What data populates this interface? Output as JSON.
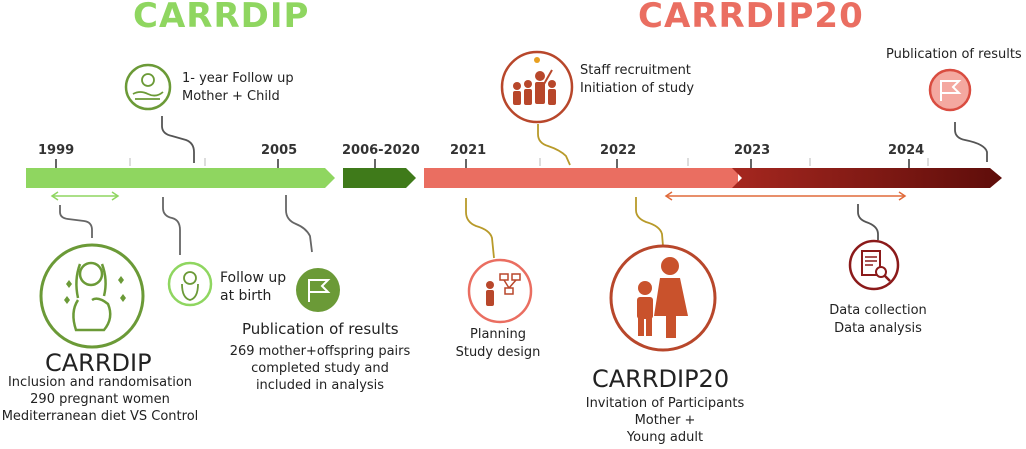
{
  "titles": {
    "left": "CARRDIP",
    "right": "CARRDIP20"
  },
  "years": {
    "y1999": "1999",
    "y2005": "2005",
    "y2006": "2006-2020",
    "y2021": "2021",
    "y2022": "2022",
    "y2023": "2023",
    "y2024": "2024"
  },
  "events": {
    "followup_year": {
      "line1": "1- year Follow up",
      "line2": "Mother + Child"
    },
    "followup_birth": {
      "line1": "Follow up",
      "line2": "at birth"
    },
    "carrdip": {
      "heading": "CARRDIP",
      "line1": "Inclusion and randomisation",
      "line2": "290 pregnant women",
      "line3": "Mediterranean diet VS Control"
    },
    "publication_2005": {
      "heading": "Publication of results",
      "line1": "269 mother+offspring pairs",
      "line2": "completed study and",
      "line3": "included in analysis"
    },
    "staff": {
      "line1": "Staff recruitment",
      "line2": "Initiation of study"
    },
    "planning": {
      "line1": "Planning",
      "line2": "Study design"
    },
    "carrdip20": {
      "heading": "CARRDIP20",
      "line1": "Invitation of Participants",
      "line2": "Mother +",
      "line3": "Young adult"
    },
    "data": {
      "line1": "Data collection",
      "line2": "Data analysis"
    },
    "publication_2024": {
      "heading": "Publication of results"
    }
  },
  "icons": {
    "baby_hand": "baby-in-hand-icon",
    "pregnant": "pregnant-woman-icon",
    "newborn": "swaddled-baby-icon",
    "flag": "flag-icon",
    "team": "team-leader-icon",
    "planning": "flowchart-presenter-icon",
    "family": "mother-child-icon",
    "report": "report-magnifier-icon"
  },
  "colors": {
    "light_green": "#8fd660",
    "dark_green": "#3f7a1a",
    "olive": "#6b9a37",
    "salmon": "#ea6e61",
    "dark_red": "#8b1a1a",
    "rust": "#b8472b",
    "gold": "#b89a2a"
  }
}
